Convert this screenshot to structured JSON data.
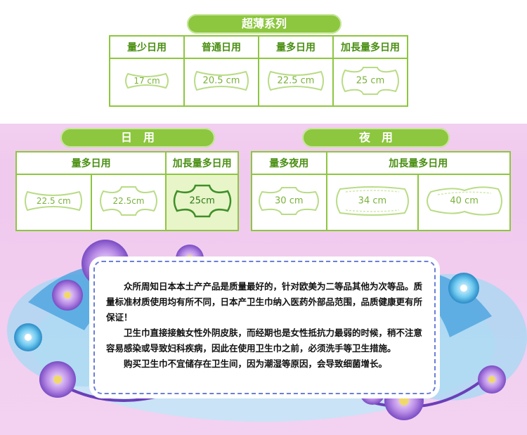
{
  "ultrathin": {
    "title": "超薄系列",
    "headers": [
      "量少日用",
      "普通日用",
      "量多日用",
      "加長量多日用"
    ],
    "sizes": [
      "17 cm",
      "20.5 cm",
      "22.5 cm",
      "25 cm"
    ]
  },
  "day": {
    "title": "日　用",
    "headers": [
      "量多日用",
      "加長量多日用"
    ],
    "sizes": [
      "22.5 cm",
      "22.5cm",
      "25cm"
    ]
  },
  "night": {
    "title": "夜　用",
    "headers": [
      "量多夜用",
      "加長量多日用"
    ],
    "sizes": [
      "30 cm",
      "34 cm",
      "40 cm"
    ]
  },
  "notice": {
    "paragraph1": "众所周知日本本土产产品是质量最好的，针对欧美为二等品其他为次等品。质量标准材质使用均有所不同，日本产卫生巾纳入医药外部品范围，品质健康更有所保证！",
    "paragraph2": "卫生巾直接接触女性外阴皮肤，而经期也是女性抵抗力最弱的时候，稍不注意容易感染或导致妇科疾病，因此在使用卫生巾之前，必须洗手等卫生措施。",
    "paragraph3": "购买卫生巾不宜储存在卫生间，因为潮湿等原因，会导致细菌增长。"
  },
  "colors": {
    "accent": "#8dc63f",
    "header_text": "#4a8f12",
    "dash_border": "#6b7fd6",
    "background": "#f3d2f1"
  }
}
